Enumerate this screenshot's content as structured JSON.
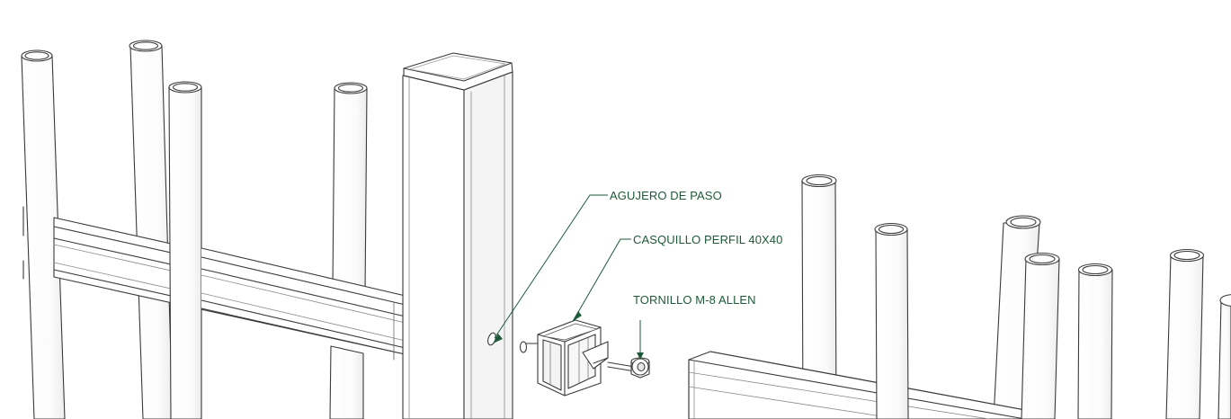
{
  "callouts": {
    "agujero": "AGUJERO DE PASO",
    "casquillo": "CASQUILLO PERFIL 40X40",
    "tornillo": "TORNILLO M-8 ALLEN"
  },
  "colors": {
    "callout": "#1e5a3a",
    "line": "#3a3a3a",
    "fill": "#ffffff",
    "shade": "#f1f1f1"
  }
}
